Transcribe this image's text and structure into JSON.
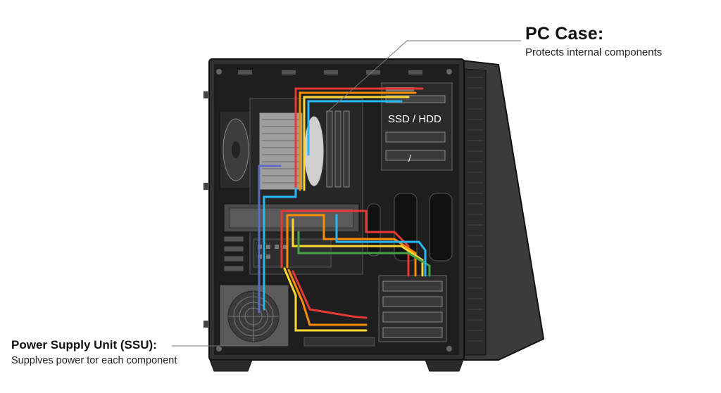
{
  "case_annotation": {
    "title": "PC Case:",
    "description": "Protects internal components"
  },
  "psu_annotation": {
    "title": "Power Supply Unit (SSU):",
    "description": "Supplves power tor each component"
  },
  "drive_bay": {
    "label": "SSD / HDD",
    "secondary_label": "/"
  },
  "colors": {
    "case_body": "#2e2e2e",
    "case_side": "#3a3a3a",
    "interior": "#1c1c1c",
    "cable_red": "#e53935",
    "cable_orange": "#fb8c00",
    "cable_yellow": "#fdd835",
    "cable_cyan": "#29b6f6",
    "cable_blue": "#5c6bc0",
    "cable_green": "#43a047"
  }
}
